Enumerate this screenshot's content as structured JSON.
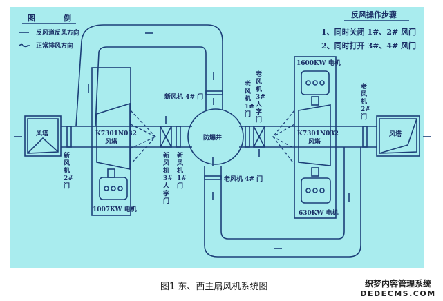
{
  "legend": {
    "title_1": "图",
    "title_2": "例",
    "reverse": "反风道反风方向",
    "normal": "正常排风方向"
  },
  "steps": {
    "title": "反风操作步骤",
    "step1": "1、同时关闭 1#、2# 风门",
    "step2": "2、同时打开 3#、4# 风门"
  },
  "labels": {
    "fan_tower": "风塔",
    "fan_model": "K7301N032",
    "fan_model_sub": "风塔",
    "shaft": "防爆井",
    "new_fan_door4": "新风机 4# 门",
    "old_fan_door4": "老风机 4# 门",
    "new_fan_door2": [
      "新",
      "风",
      "机",
      "2#",
      "门"
    ],
    "new_fan_door3": [
      "新",
      "风",
      "机",
      "3#",
      "人",
      "字",
      "门"
    ],
    "new_fan_door1": [
      "新",
      "风",
      "机",
      "1#",
      "门"
    ],
    "old_fan_door1": [
      "老",
      "风",
      "机",
      "1#",
      "门"
    ],
    "old_fan_door3": [
      "老",
      "风",
      "机",
      "3#",
      "人",
      "字",
      "门"
    ],
    "old_fan_door2": [
      "老",
      "风",
      "机",
      "2#",
      "门"
    ],
    "motor_left": "1007KW 电机",
    "motor_right_top": "1600KW 电机",
    "motor_right_bottom": "630KW 电机"
  },
  "caption": "图1 东、西主扇风机系统图",
  "watermark": {
    "line1": "织梦内容管理系统",
    "line2": "DEDECMS.COM"
  },
  "colors": {
    "background": "#a9ecee",
    "line": "#1c3f78"
  }
}
